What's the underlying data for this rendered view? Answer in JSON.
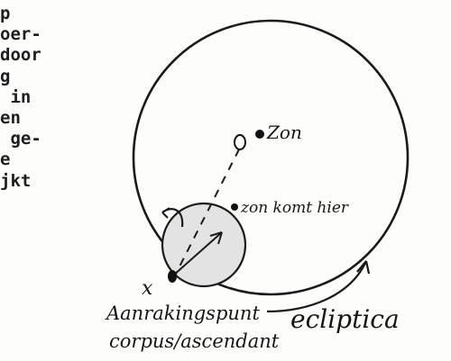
{
  "text_fragments": [
    "p",
    "oer-",
    "door",
    "g",
    " in",
    "en",
    " ge-",
    "e",
    "jkt"
  ],
  "labels": {
    "sun": "Zon",
    "sun_arrives": "zon komt hier",
    "contact_point_line1": "Aanrakingspunt",
    "contact_point_line2": "corpus/ascendant",
    "ecliptic": "ecliptica",
    "x_mark": "x"
  },
  "colors": {
    "ink": "#151515",
    "small_circle_fill": "#e3e3e3",
    "paper": "#fdfdfc"
  }
}
